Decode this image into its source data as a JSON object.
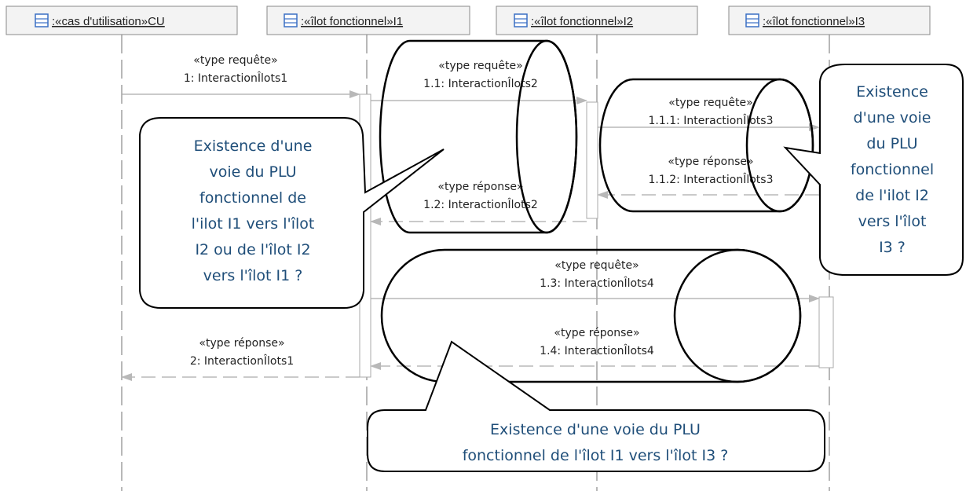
{
  "lifelines": [
    {
      "id": "CU",
      "label": ":«cas d'utilisation»CU"
    },
    {
      "id": "I1",
      "label": ":«îlot fonctionnel»I1"
    },
    {
      "id": "I2",
      "label": ":«îlot fonctionnel»I2"
    },
    {
      "id": "I3",
      "label": ":«îlot fonctionnel»I3"
    }
  ],
  "messages": [
    {
      "id": "m1",
      "stereotype": "«type requête»",
      "label": "1: InteractionÎlots1",
      "from": "CU",
      "to": "I1",
      "kind": "request"
    },
    {
      "id": "m11",
      "stereotype": "«type requête»",
      "label": "1.1: InteractionÎlots2",
      "from": "I1",
      "to": "I2",
      "kind": "request"
    },
    {
      "id": "m111",
      "stereotype": "«type requête»",
      "label": "1.1.1: InteractionÎlots3",
      "from": "I2",
      "to": "I3",
      "kind": "request"
    },
    {
      "id": "m112",
      "stereotype": "«type réponse»",
      "label": "1.1.2: InteractionÎlots3",
      "from": "I3",
      "to": "I2",
      "kind": "response"
    },
    {
      "id": "m12",
      "stereotype": "«type réponse»",
      "label": "1.2: InteractionÎlots2",
      "from": "I2",
      "to": "I1",
      "kind": "response"
    },
    {
      "id": "m13",
      "stereotype": "«type requête»",
      "label": "1.3: InteractionÎlots4",
      "from": "I1",
      "to": "I3",
      "kind": "request"
    },
    {
      "id": "m14",
      "stereotype": "«type réponse»",
      "label": "1.4: InteractionÎlots4",
      "from": "I3",
      "to": "I1",
      "kind": "response"
    },
    {
      "id": "m2",
      "stereotype": "«type réponse»",
      "label": "2: InteractionÎlots1",
      "from": "I1",
      "to": "CU",
      "kind": "response"
    }
  ],
  "callouts": [
    {
      "id": "c1",
      "lines": [
        "Existence d'une",
        "voie du PLU",
        "fonctionnel de",
        "l'ilot I1 vers l'îlot",
        "I2 ou de l'îlot I2",
        "vers l'îlot I1 ?"
      ]
    },
    {
      "id": "c2",
      "lines": [
        "Existence",
        "d'une voie",
        "du PLU",
        "fonctionnel",
        "de l'ilot I2",
        "vers l'îlot",
        "I3 ?"
      ]
    },
    {
      "id": "c3",
      "lines": [
        "Existence d'une voie du PLU",
        "fonctionnel de l'îlot I1 vers l'îlot I3 ?"
      ]
    }
  ],
  "colors": {
    "callout_text": "#1f4e79",
    "lifeline": "#888888",
    "arrow": "#aaaaaa",
    "header_fill": "#f3f3f3",
    "icon": "#3a6fc4"
  }
}
